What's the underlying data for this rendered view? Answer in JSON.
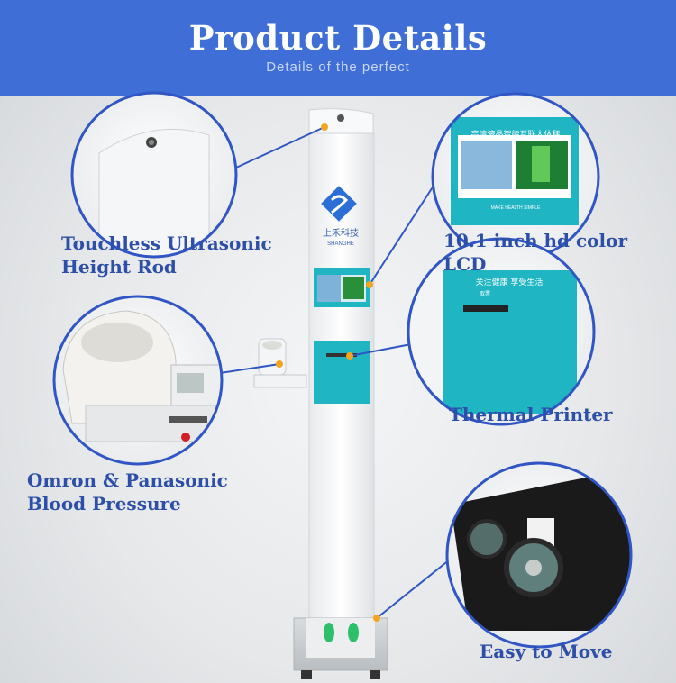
{
  "header": {
    "title": "Product Details",
    "subtitle": "Details of the perfect"
  },
  "features": {
    "height_rod": {
      "line1": "Touchless Ultrasonic",
      "line2": "Height Rod"
    },
    "lcd": {
      "label": "10.1 inch hd color LCD"
    },
    "printer": {
      "label": "Thermal Printer"
    },
    "blood_pressure": {
      "line1": "Omron & Panasonic",
      "line2": "Blood Pressure"
    },
    "move": {
      "label": "Easy to Move"
    }
  },
  "device": {
    "brand_cn": "上禾科技",
    "brand_en": "SHANGHE",
    "lcd_banner_cn": "高清液晶智能互联人体秤",
    "lcd_footer": "MAKE HEALTH SIMPLE",
    "printer_banner_cn": "关注健康 享受生活",
    "printer_slot_label": "取票"
  },
  "colors": {
    "header": "#3f6fd6",
    "label": "#2d4fa8",
    "callout_line": "#2f56c4",
    "accent_dot": "#f3a51f",
    "panel_teal": "#1fb5c2"
  }
}
